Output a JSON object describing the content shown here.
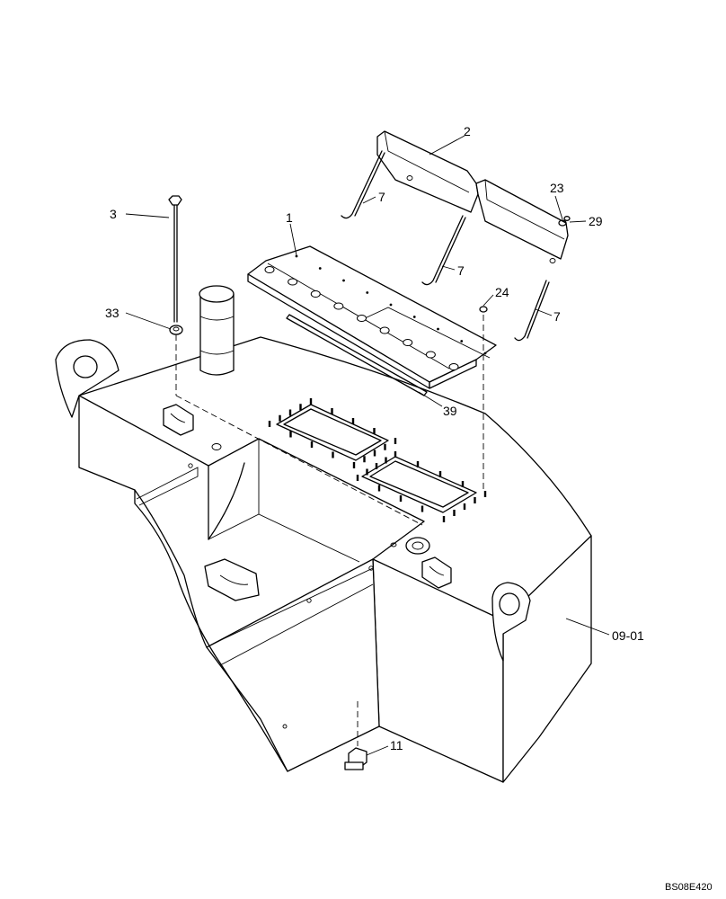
{
  "diagram": {
    "callouts": {
      "c1": "1",
      "c2": "2",
      "c3": "3",
      "c7a": "7",
      "c7b": "7",
      "c7c": "7",
      "c11": "11",
      "c23": "23",
      "c24": "24",
      "c29": "29",
      "c33": "33",
      "c39": "39",
      "c0901": "09-01"
    },
    "drawing_code": "BS08E420"
  }
}
